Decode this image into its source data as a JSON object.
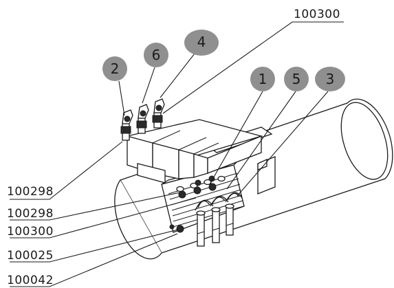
{
  "part_numbers": {
    "top_right": "100300",
    "left_1": "100298",
    "left_2": "100298",
    "left_3": "100300",
    "left_4": "100025",
    "left_5": "100042"
  },
  "badges": {
    "b1": "1",
    "b2": "2",
    "b3": "3",
    "b4": "4",
    "b5": "5",
    "b6": "6"
  },
  "colors": {
    "badge_fill": "#8f8f8f",
    "line": "#1a1a1a",
    "background": "#ffffff"
  }
}
